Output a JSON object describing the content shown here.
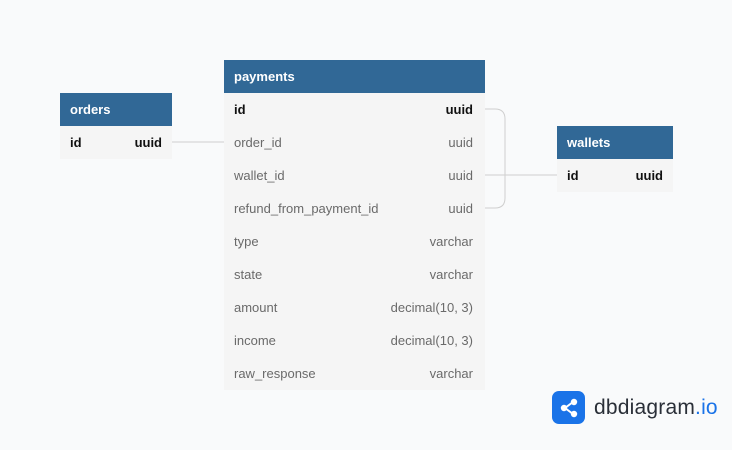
{
  "tables": {
    "orders": {
      "name": "orders",
      "fields": [
        {
          "name": "id",
          "type": "uuid",
          "pk": true
        }
      ]
    },
    "payments": {
      "name": "payments",
      "fields": [
        {
          "name": "id",
          "type": "uuid",
          "pk": true
        },
        {
          "name": "order_id",
          "type": "uuid",
          "pk": false
        },
        {
          "name": "wallet_id",
          "type": "uuid",
          "pk": false
        },
        {
          "name": "refund_from_payment_id",
          "type": "uuid",
          "pk": false
        },
        {
          "name": "type",
          "type": "varchar",
          "pk": false
        },
        {
          "name": "state",
          "type": "varchar",
          "pk": false
        },
        {
          "name": "amount",
          "type": "decimal(10, 3)",
          "pk": false
        },
        {
          "name": "income",
          "type": "decimal(10, 3)",
          "pk": false
        },
        {
          "name": "raw_response",
          "type": "varchar",
          "pk": false
        }
      ]
    },
    "wallets": {
      "name": "wallets",
      "fields": [
        {
          "name": "id",
          "type": "uuid",
          "pk": true
        }
      ]
    }
  },
  "relationships": [
    {
      "from": "payments.order_id",
      "to": "orders.id"
    },
    {
      "from": "payments.wallet_id",
      "to": "wallets.id"
    },
    {
      "from": "payments.refund_from_payment_id",
      "to": "payments.id"
    }
  ],
  "logo": {
    "name": "dbdiagram",
    "tld": ".io",
    "icon": "dbdiagram-logo-icon"
  },
  "colors": {
    "header": "#316896",
    "accent": "#1a73e8",
    "line": "#cfcfcf"
  }
}
